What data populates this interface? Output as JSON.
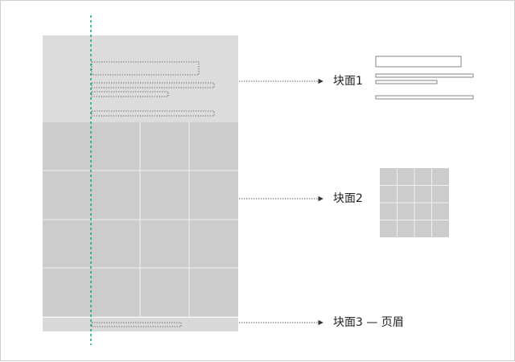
{
  "diagram": {
    "labels": {
      "block1": "块面1",
      "block2": "块面2",
      "block3": "块面3 — 页眉"
    },
    "colors": {
      "header_fill": "#dcdcdc",
      "grid_fill": "#cccccc",
      "footer_fill": "#d9d9d9",
      "grid_line": "#f2f2f2",
      "guide_line": "#1aa37a",
      "dotted_line": "#555555"
    },
    "grid": {
      "rows": 4,
      "cols": 3
    },
    "icon_grid": {
      "rows": 4,
      "cols": 4
    }
  }
}
